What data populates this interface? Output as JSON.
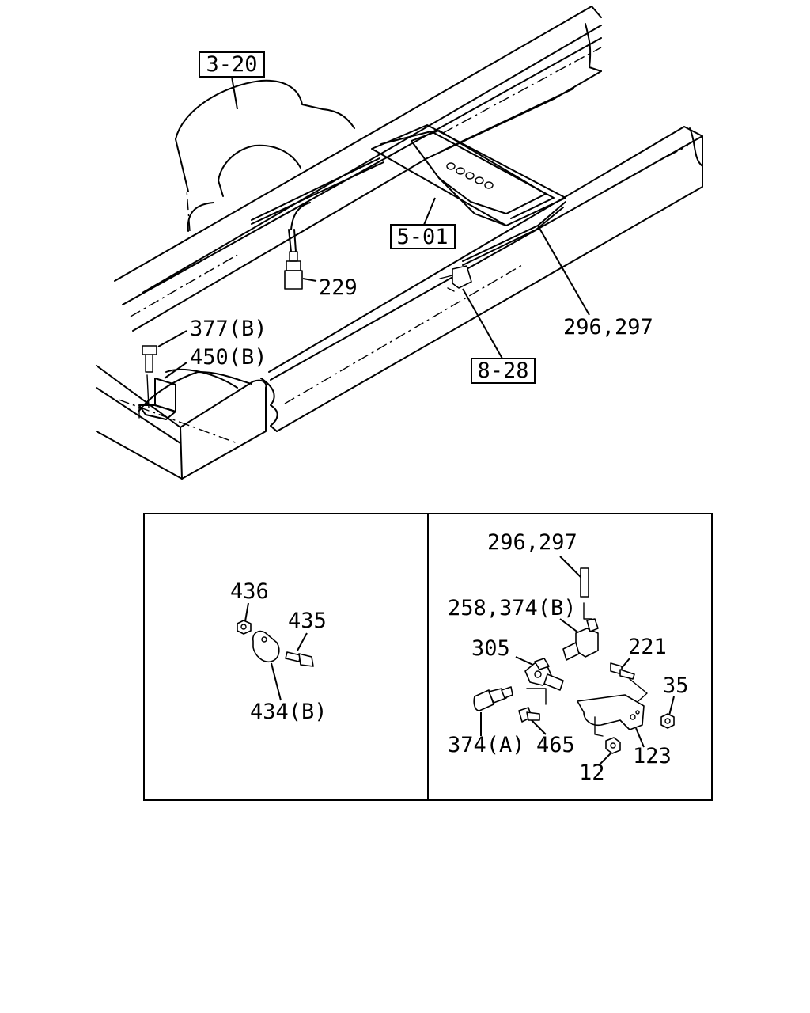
{
  "refs": {
    "ref_3_20": "3-20",
    "ref_5_01": "5-01",
    "ref_8_28": "8-28"
  },
  "main_labels": {
    "p229": "229",
    "p296_297": "296,297",
    "p377b": "377(B)",
    "p450b": "450(B)"
  },
  "left_panel": {
    "p436": "436",
    "p435": "435",
    "p434b": "434(B)"
  },
  "right_panel": {
    "p296_297": "296,297",
    "p258_374b": "258,374(B)",
    "p305": "305",
    "p221": "221",
    "p35": "35",
    "p374a": "374(A)",
    "p465": "465",
    "p12": "12",
    "p123": "123"
  }
}
